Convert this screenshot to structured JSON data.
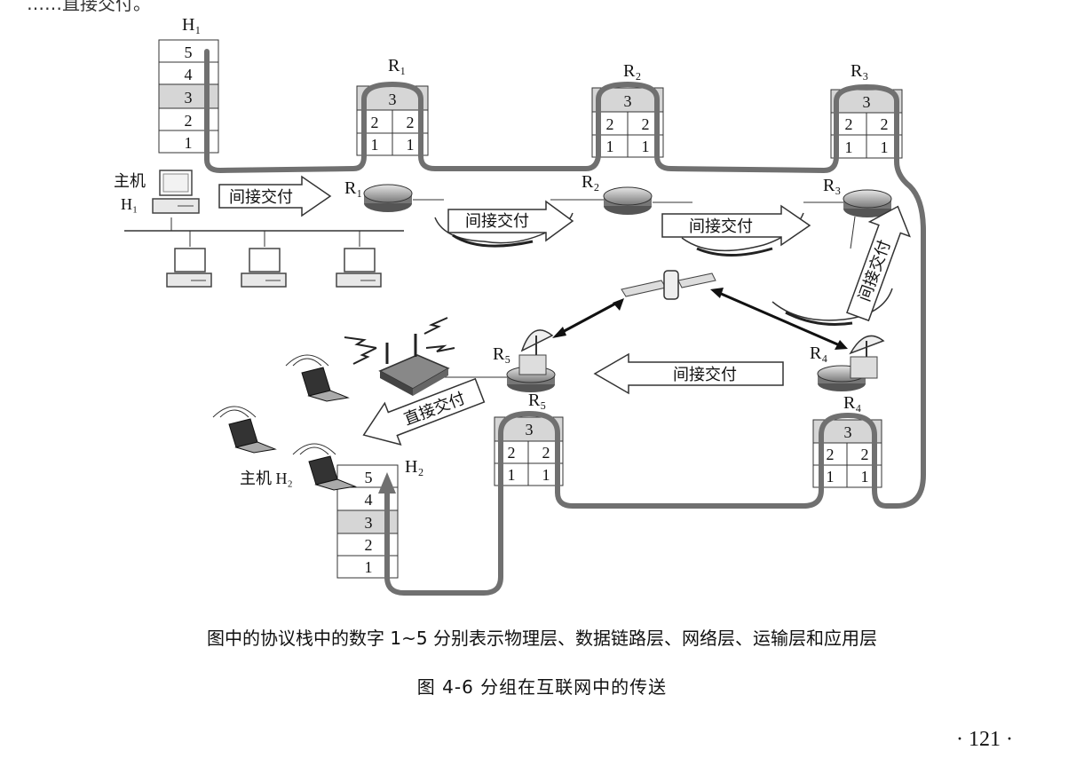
{
  "top_fragment": "……直接交付。",
  "hosts": {
    "h1": {
      "name": "H₁",
      "host_label": "主机",
      "host_label_sub": "H₁",
      "layers": [
        "5",
        "4",
        "3",
        "2",
        "1"
      ]
    },
    "h2": {
      "name": "H₂",
      "host_label": "主机 H₂",
      "layers": [
        "5",
        "4",
        "3",
        "2",
        "1"
      ]
    }
  },
  "routers": [
    {
      "name": "R₁",
      "top": "3",
      "mid": [
        "2",
        "2"
      ],
      "bot": [
        "1",
        "1"
      ]
    },
    {
      "name": "R₂",
      "top": "3",
      "mid": [
        "2",
        "2"
      ],
      "bot": [
        "1",
        "1"
      ]
    },
    {
      "name": "R₃",
      "top": "3",
      "mid": [
        "2",
        "2"
      ],
      "bot": [
        "1",
        "1"
      ]
    },
    {
      "name": "R₄",
      "top": "3",
      "mid": [
        "2",
        "2"
      ],
      "bot": [
        "1",
        "1"
      ]
    },
    {
      "name": "R₅",
      "top": "3",
      "mid": [
        "2",
        "2"
      ],
      "bot": [
        "1",
        "1"
      ]
    }
  ],
  "device_labels": {
    "r1": "R₁",
    "r2": "R₂",
    "r3": "R₃",
    "r4": "R₄",
    "r5": "R₅"
  },
  "arrows": {
    "a1": "间接交付",
    "a2": "间接交付",
    "a3": "间接交付",
    "a4": "间接交付",
    "a5": "间接交付",
    "a6": "直接交付"
  },
  "caption_note": "图中的协议栈中的数字 1~5 分别表示物理层、数据链路层、网络层、运输层和应用层",
  "figure_title": "图 4-6    分组在互联网中的传送",
  "page_number": "· 121 ·",
  "colors": {
    "path": "#6f6f6f",
    "shade": "#d0d0d0",
    "ink": "#111111"
  }
}
